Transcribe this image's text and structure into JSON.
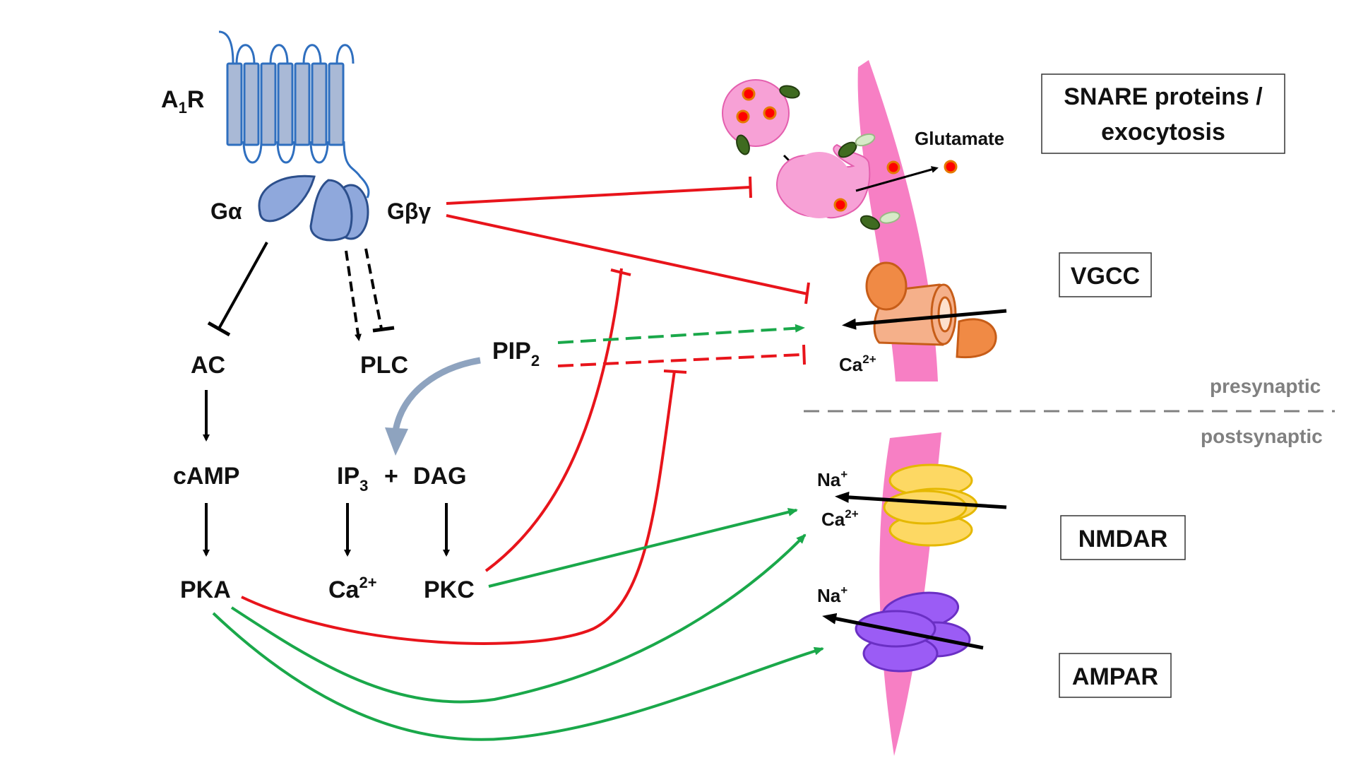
{
  "receptor": {
    "label_base": "A",
    "label_sub": "1",
    "label_end": "R"
  },
  "g_protein": {
    "alpha": "Gα",
    "betagamma": "Gβγ"
  },
  "nodes": {
    "ac": "AC",
    "plc": "PLC",
    "camp": "cAMP",
    "pka": "PKA",
    "pip2_base": "PIP",
    "pip2_sub": "2",
    "ip3_base": "IP",
    "ip3_sub": "3",
    "plus": "+",
    "dag": "DAG",
    "ca_base": "Ca",
    "ca_sup": "2+",
    "pkc": "PKC"
  },
  "ions": {
    "vgcc_ca_base": "Ca",
    "vgcc_ca_sup": "2+",
    "nmda_na_base": "Na",
    "nmda_na_sup": "+",
    "nmda_ca_base": "Ca",
    "nmda_ca_sup": "2+",
    "ampa_na_base": "Na",
    "ampa_na_sup": "+"
  },
  "glutamate": "Glutamate",
  "regions": {
    "presynaptic": "presynaptic",
    "postsynaptic": "postsynaptic"
  },
  "targets": {
    "snare_line1": "SNARE proteins /",
    "snare_line2": "exocytosis",
    "vgcc": "VGCC",
    "nmdar": "NMDAR",
    "ampar": "AMPAR"
  },
  "colors": {
    "inhibit": "#e8141b",
    "activate": "#1aa84a",
    "receptor": "#a9b9d6",
    "receptor_outline": "#2f6fbf",
    "gprotein": "#8fa8dc",
    "membrane": "#f77fc4",
    "vesicle": "#f7a1d6",
    "vgcc": "#f08a45",
    "nmdar": "#fdd863",
    "ampar": "#9b5cf5",
    "plc_arrow": "#8ea3bf"
  }
}
